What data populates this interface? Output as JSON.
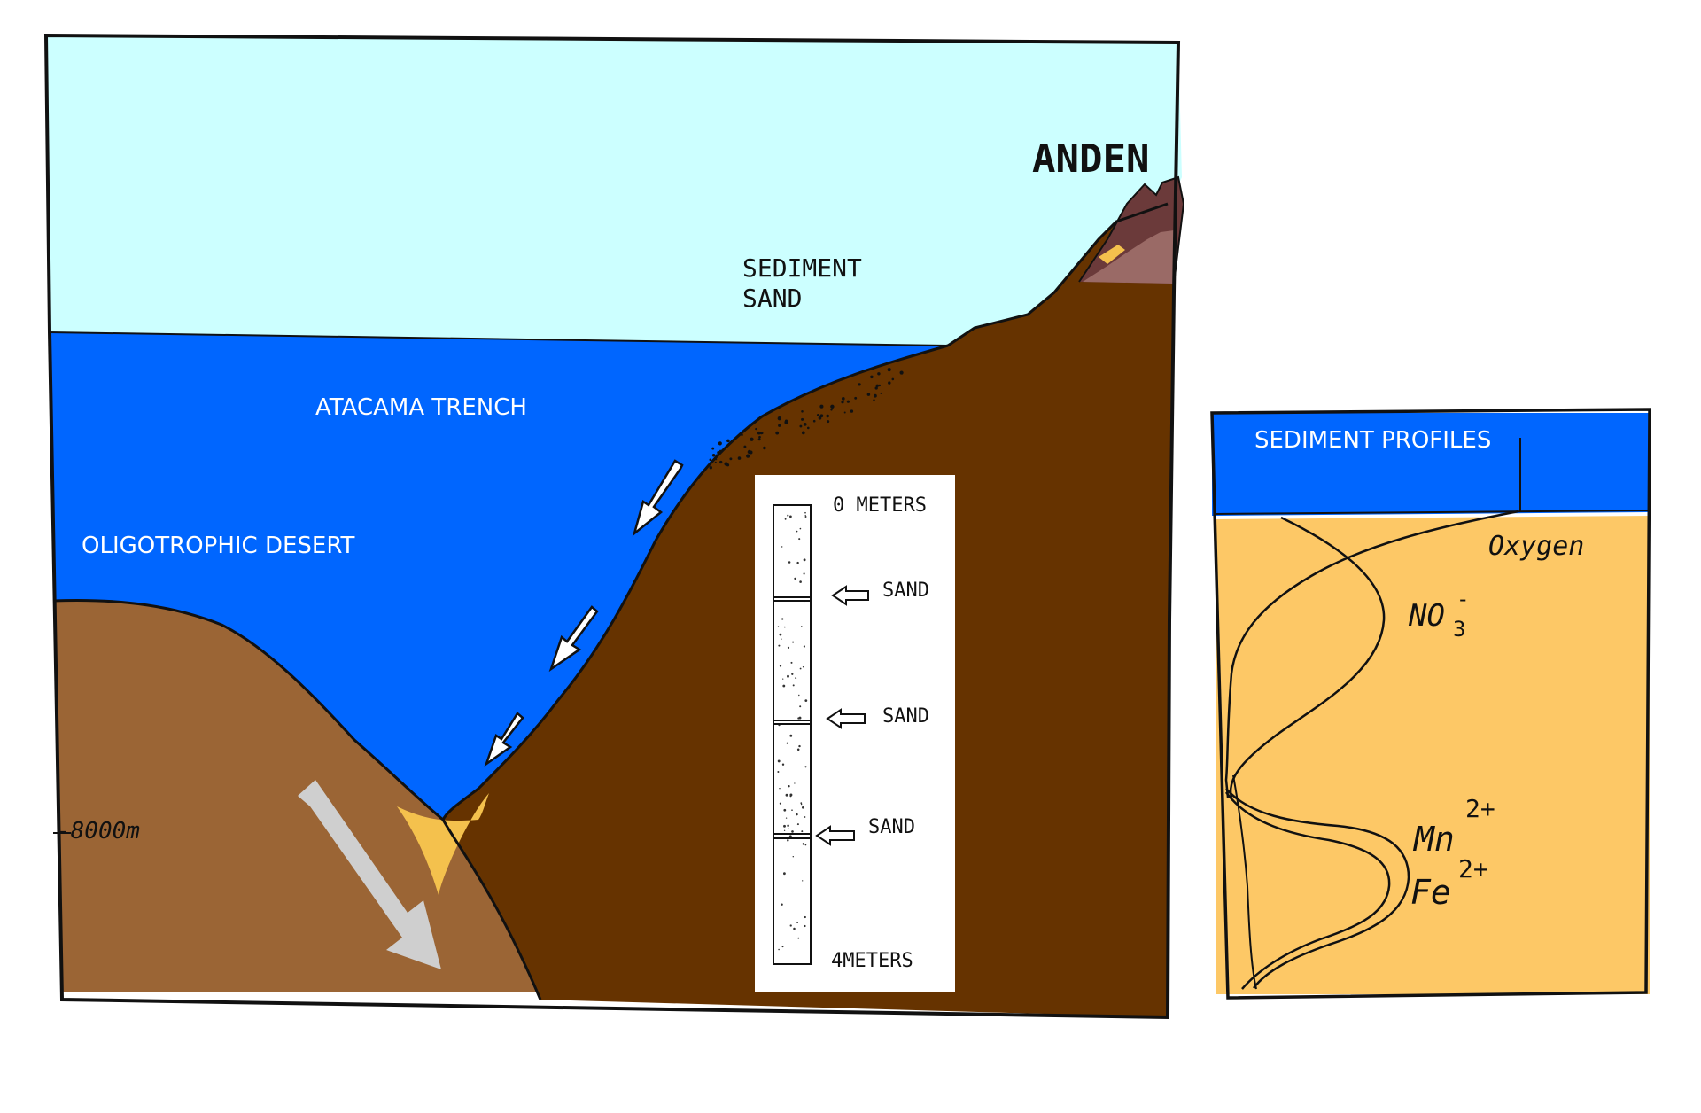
{
  "colors": {
    "sky": "#ccffff",
    "ocean": "#0066ff",
    "left_seafloor": "#9b6535",
    "right_seafloor": "#663300",
    "sand_yellow": "#f4c14d",
    "andes_rock": "#6b3a3a",
    "andes_light": "#9a6a66",
    "sediment_panel_bg": "#fdc866",
    "outline": "#111111",
    "arrow_grey": "#cfcfcf",
    "core_bg": "#ffffff"
  },
  "main_diagram": {
    "andes_label": "ANDEN",
    "sediment_label_line1": "SEDIMENT",
    "sediment_label_line2": "SAND",
    "trench_label": "ATACAMA TRENCH",
    "desert_label": "OLIGOTROPHIC DESERT",
    "depth_label": "-8000m"
  },
  "sediment_core": {
    "top_label": "0 METERS",
    "bottom_label": "4METERS",
    "sand_layers": [
      "SAND",
      "SAND",
      "SAND"
    ]
  },
  "sediment_profiles": {
    "title": "SEDIMENT PROFILES",
    "oxygen_label": "Oxygen",
    "nitrate_label": "NO",
    "nitrate_sub": "3",
    "nitrate_sup": "-",
    "manganese_label": "Mn",
    "manganese_sup": "2+",
    "iron_label": "Fe",
    "iron_sup": "2+"
  }
}
